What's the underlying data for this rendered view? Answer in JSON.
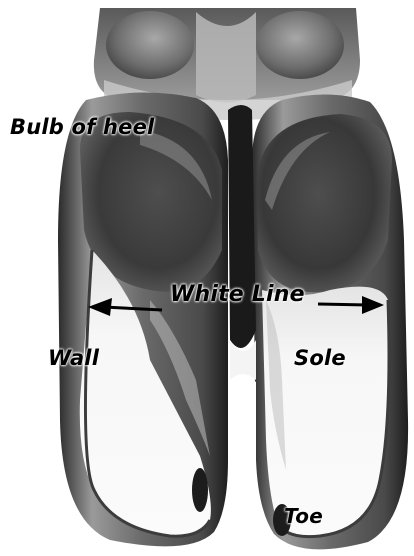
{
  "labels": {
    "bulb_of_heel": "Bulb of heel",
    "white_line": "White Line",
    "wall": "Wall",
    "sole": "Sole",
    "toe": "Toe"
  },
  "colors": {
    "background": "#ffffff",
    "label_text": "#000000"
  }
}
